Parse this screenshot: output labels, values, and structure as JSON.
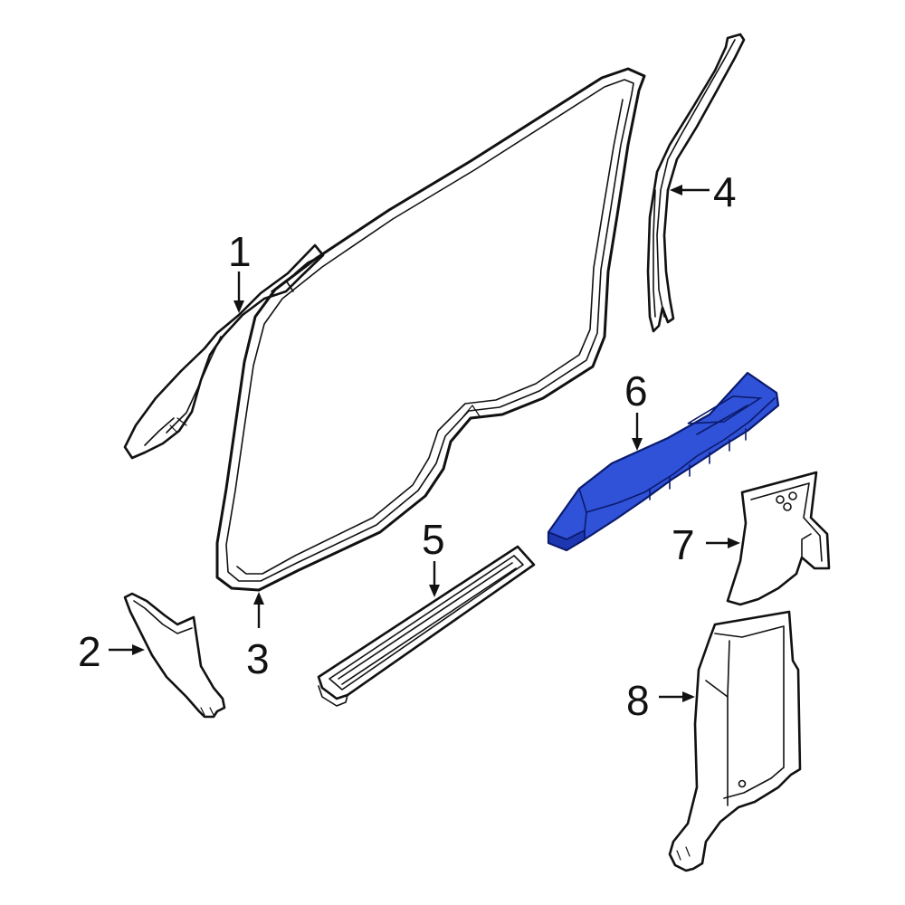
{
  "callouts": [
    {
      "id": "1",
      "label": "1"
    },
    {
      "id": "2",
      "label": "2"
    },
    {
      "id": "3",
      "label": "3"
    },
    {
      "id": "4",
      "label": "4"
    },
    {
      "id": "5",
      "label": "5"
    },
    {
      "id": "6",
      "label": "6"
    },
    {
      "id": "7",
      "label": "7"
    },
    {
      "id": "8",
      "label": "8"
    }
  ],
  "colors": {
    "highlight": "#2f52d8",
    "outline": "#111111",
    "background": "#ffffff"
  }
}
